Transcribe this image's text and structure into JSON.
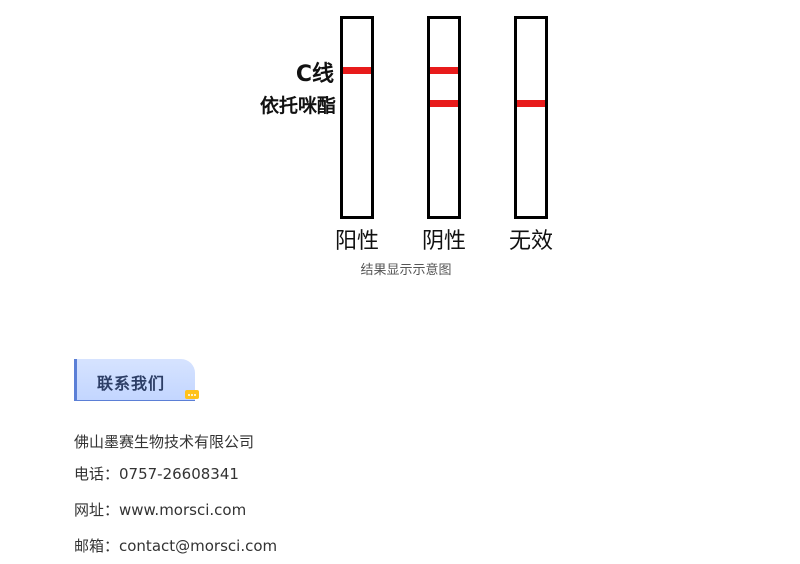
{
  "figure": {
    "line_labels": {
      "control": "C线",
      "test": "依托咪酯"
    },
    "strips": [
      {
        "result": "阳性",
        "control_band": true,
        "test_band": false
      },
      {
        "result": "阴性",
        "control_band": true,
        "test_band": true
      },
      {
        "result": "无效",
        "control_band": false,
        "test_band": true
      }
    ],
    "caption": "结果显示示意图",
    "band_color": "#e81b1b"
  },
  "contact": {
    "heading": "联系我们",
    "company": "佛山墨赛生物技术有限公司",
    "phone": "电话：0757-26608341",
    "website": "网址：www.morsci.com",
    "email": "邮箱：contact@morsci.com"
  }
}
